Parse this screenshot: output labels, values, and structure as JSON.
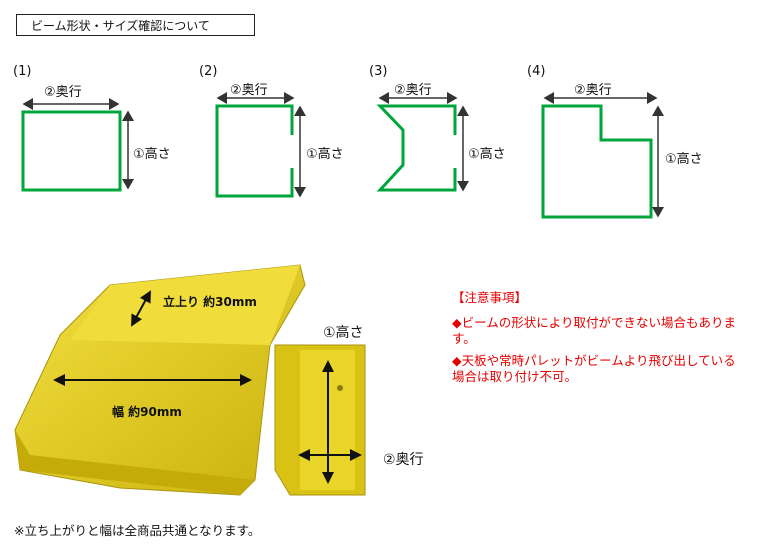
{
  "title": "ビーム形状・サイズ確認について",
  "shapes": [
    {
      "label": "(1)",
      "depth": "②奥行",
      "height": "①高さ"
    },
    {
      "label": "(2)",
      "depth": "②奥行",
      "height": "①高さ"
    },
    {
      "label": "(3)",
      "depth": "②奥行",
      "height": "①高さ"
    },
    {
      "label": "(4)",
      "depth": "②奥行",
      "height": "①高さ"
    }
  ],
  "photo": {
    "rise": "立上り 約30mm",
    "width": "幅 約90mm",
    "height": "①高さ",
    "depth": "②奥行"
  },
  "notes": {
    "heading": "【注意事項】",
    "items": [
      "◆ビームの形状により取付ができない場合もあります。",
      "◆天板や常時パレットがビームより飛び出している場合は取り付け不可。"
    ]
  },
  "footer": "※立ち上がりと幅は全商品共通となります。",
  "colors": {
    "beam": "#00a63c",
    "product": "#e8d21e",
    "note": "#e60000"
  }
}
